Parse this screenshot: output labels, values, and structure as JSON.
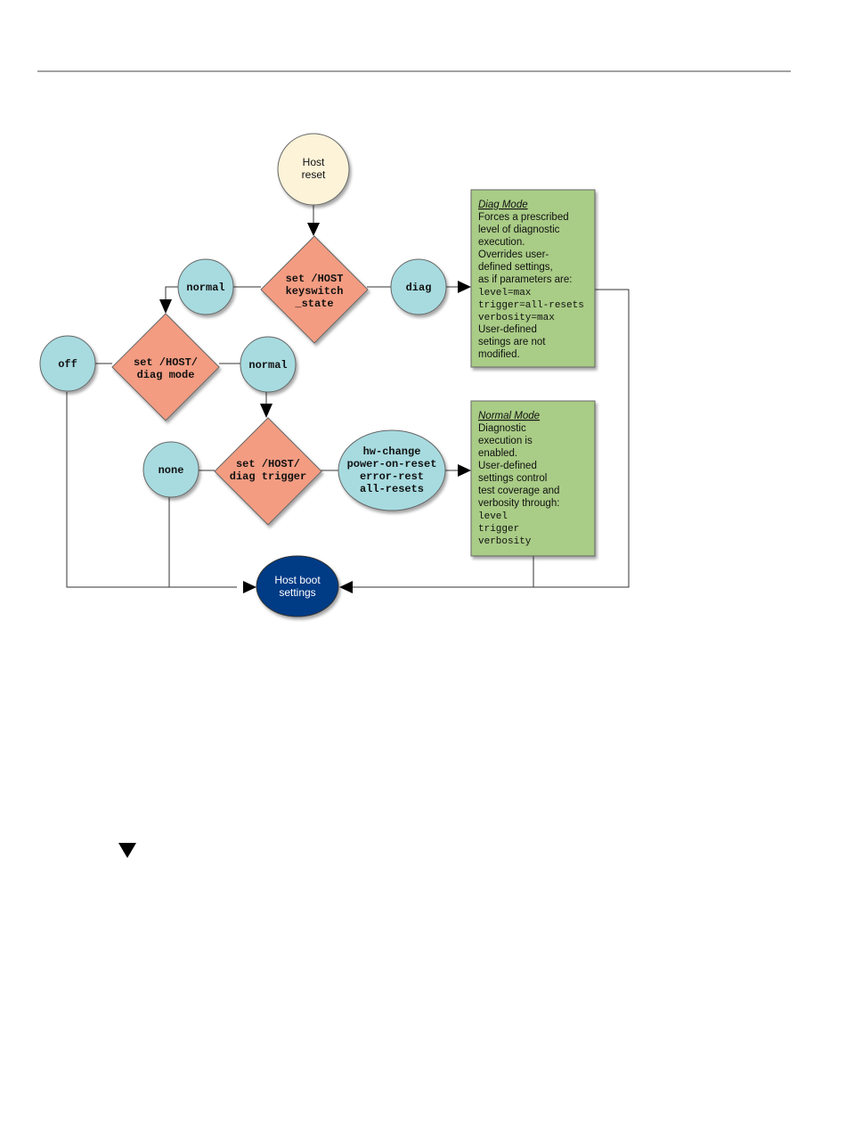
{
  "colors": {
    "start_fill": "#fdf3d9",
    "decision_fill": "#f39c82",
    "option_fill": "#a7dbe0",
    "note_fill": "#a9cc86",
    "end_fill": "#003b86",
    "line": "#333333"
  },
  "nodes": {
    "host_reset": {
      "line1": "Host",
      "line2": "reset"
    },
    "keyswitch": {
      "line1": "set /HOST",
      "line2": "keyswitch",
      "line3": "_state"
    },
    "keyswitch_normal": {
      "label": "normal"
    },
    "keyswitch_diag": {
      "label": "diag"
    },
    "diag_mode": {
      "line1": "set /HOST/",
      "line2": "diag mode"
    },
    "mode_off": {
      "label": "off"
    },
    "mode_normal": {
      "label": "normal"
    },
    "diag_trigger": {
      "line1": "set /HOST/",
      "line2": "diag trigger"
    },
    "trigger_none": {
      "label": "none"
    },
    "trigger_values": {
      "line1": "hw-change",
      "line2": "power-on-reset",
      "line3": "error-rest",
      "line4": "all-resets"
    },
    "host_boot": {
      "line1": "Host boot",
      "line2": "settings"
    }
  },
  "notes": {
    "diag_mode": {
      "title": "Diag Mode",
      "lines": [
        "Forces a prescribed",
        "level of diagnostic",
        "execution.",
        "Overrides user-",
        "defined settings,",
        "as if parameters are:"
      ],
      "code_lines": [
        "level=max",
        "trigger=all-resets",
        "verbosity=max"
      ],
      "tail_lines": [
        "User-defined",
        "setings are not",
        "modified."
      ]
    },
    "normal_mode": {
      "title": "Normal Mode",
      "lines": [
        "Diagnostic",
        "execution is",
        "enabled.",
        "User-defined",
        "settings control",
        "test coverage and",
        "verbosity through:"
      ],
      "code_lines": [
        "level",
        "trigger",
        "verbosity"
      ]
    }
  },
  "marker_icon": "down-triangle"
}
